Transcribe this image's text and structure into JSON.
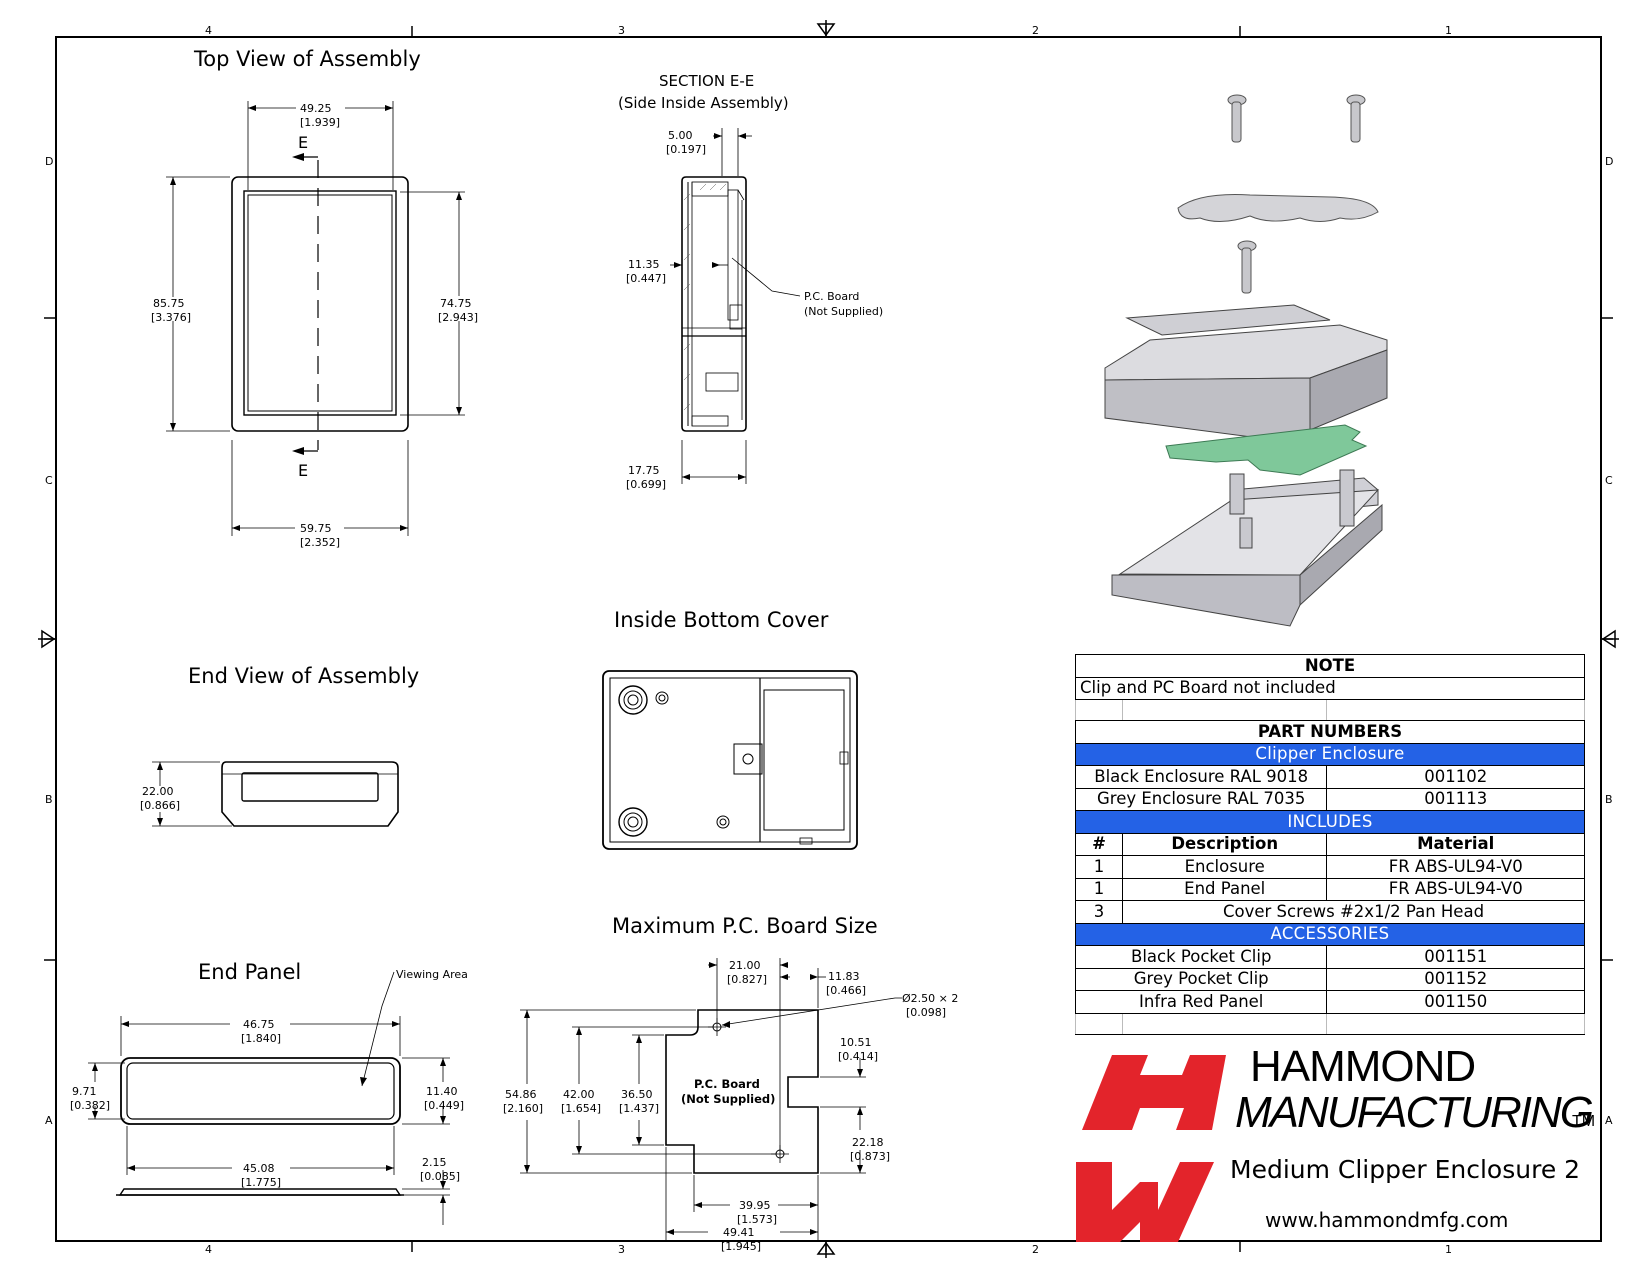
{
  "views": {
    "top_view": "Top View of Assembly",
    "section_title": "SECTION  E-E",
    "section_sub": "(Side  Inside Assembly)",
    "inside_bottom": "Inside Bottom Cover",
    "end_view": "End View of Assembly",
    "max_pcb": "Maximum P.C. Board Size",
    "end_panel": "End Panel"
  },
  "zones": {
    "cols": [
      "4",
      "3",
      "2",
      "1"
    ],
    "rows": [
      "D",
      "C",
      "B",
      "A"
    ]
  },
  "top_view_dims": {
    "width_top": "49.25",
    "width_top_in": "[1.939]",
    "height_left": "85.75",
    "height_left_in": "[3.376]",
    "height_right": "74.75",
    "height_right_in": "[2.943]",
    "width_bottom": "59.75",
    "width_bottom_in": "[2.352]",
    "section_mark": "E"
  },
  "section_dims": {
    "wall": "5.00",
    "wall_in": "[0.197]",
    "board_pos": "11.35",
    "board_pos_in": "[0.447]",
    "depth": "17.75",
    "depth_in": "[0.699]",
    "pcb_note": "P.C. Board",
    "pcb_note2": "(Not Supplied)"
  },
  "end_view_dims": {
    "height": "22.00",
    "height_in": "[0.866]"
  },
  "end_panel_dims": {
    "viewing_area": "Viewing Area",
    "width_outer": "46.75",
    "width_outer_in": "[1.840]",
    "height_left": "9.71",
    "height_left_in": "[0.382]",
    "height_right": "11.40",
    "height_right_in": "[0.449]",
    "width_inner": "45.08",
    "width_inner_in": "[1.775]",
    "thickness": "2.15",
    "thickness_in": "[0.085]"
  },
  "pcb_dims": {
    "d21": "21.00",
    "d21_in": "[0.827]",
    "d1183": "11.83",
    "d1183_in": "[0.466]",
    "hole": "Ø2.50 × 2",
    "hole_in": "[0.098]",
    "d1051": "10.51",
    "d1051_in": "[0.414]",
    "d5486": "54.86",
    "d5486_in": "[2.160]",
    "d42": "42.00",
    "d42_in": "[1.654]",
    "d365": "36.50",
    "d365_in": "[1.437]",
    "d2218": "22.18",
    "d2218_in": "[0.873]",
    "d3995": "39.95",
    "d3995_in": "[1.573]",
    "d4941": "49.41",
    "d4941_in": "[1.945]",
    "board_label": "P.C. Board",
    "board_label2": "(Not Supplied)"
  },
  "table": {
    "note_header": "NOTE",
    "note_text": "Clip and PC Board not included",
    "parts_header": "PART NUMBERS",
    "family": "Clipper Enclosure",
    "enclosures": [
      {
        "name": "Black Enclosure RAL 9018",
        "pn": "001102"
      },
      {
        "name": "Grey Enclosure RAL 7035",
        "pn": "001113"
      }
    ],
    "includes_header": "INCLUDES",
    "col_num": "#",
    "col_desc": "Description",
    "col_mat": "Material",
    "includes": [
      {
        "qty": "1",
        "desc": "Enclosure",
        "mat": "FR ABS-UL94-V0"
      },
      {
        "qty": "1",
        "desc": "End Panel",
        "mat": "FR ABS-UL94-V0"
      }
    ],
    "screws": {
      "qty": "3",
      "desc": "Cover Screws #2x1/2 Pan Head"
    },
    "accessories_header": "ACCESSORIES",
    "accessories": [
      {
        "name": "Black Pocket Clip",
        "pn": "001151"
      },
      {
        "name": "Grey Pocket Clip",
        "pn": "001152"
      },
      {
        "name": "Infra Red Panel",
        "pn": "001150"
      }
    ]
  },
  "branding": {
    "name": "HAMMOND",
    "sub": "MANUFACTURING",
    "tm": "TM",
    "product": "Medium Clipper Enclosure 2",
    "website": "www.hammondmfg.com",
    "logo_color": "#e3242b"
  },
  "colors": {
    "header_blue": "#2462e6",
    "pcb_green": "#7fc89a"
  }
}
